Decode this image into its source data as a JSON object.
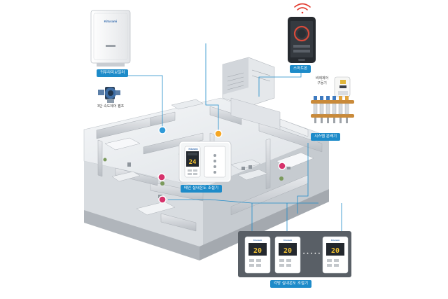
{
  "components": {
    "boiler": {
      "label": "귀뚜라미보일러",
      "brand": "Kiturami",
      "icon": "wall-boiler-icon"
    },
    "pump": {
      "label": "3단 속도제어 펌프",
      "icon": "circulation-pump-icon"
    },
    "smartphone": {
      "label": "스마트폰",
      "icon": "smartphone-icon"
    },
    "wifi": {
      "icon": "wifi-signal-icon"
    },
    "actuator": {
      "label_line1": "비례제어",
      "label_line2": "구동기",
      "icon": "actuator-icon"
    },
    "distributor": {
      "label": "시스템 분배기",
      "icon": "manifold-icon"
    },
    "main_controller": {
      "label": "메인 실내온도 조절기",
      "brand": "Kiturami",
      "reading": "24",
      "icon": "thermostat-icon"
    },
    "room_controllers": {
      "label": "각방 실내온도 조절기",
      "brand": "Kiturami",
      "reading": "20",
      "ellipsis": "• • • • •",
      "icon": "thermostat-icon"
    }
  },
  "colors": {
    "accent": "#1d8bc9",
    "pin_pink": "#d6336c",
    "pin_orange": "#f5a623",
    "pin_blue": "#2f9ad8",
    "wifi_red": "#e23a2e",
    "panel_bg": "#595f66"
  }
}
